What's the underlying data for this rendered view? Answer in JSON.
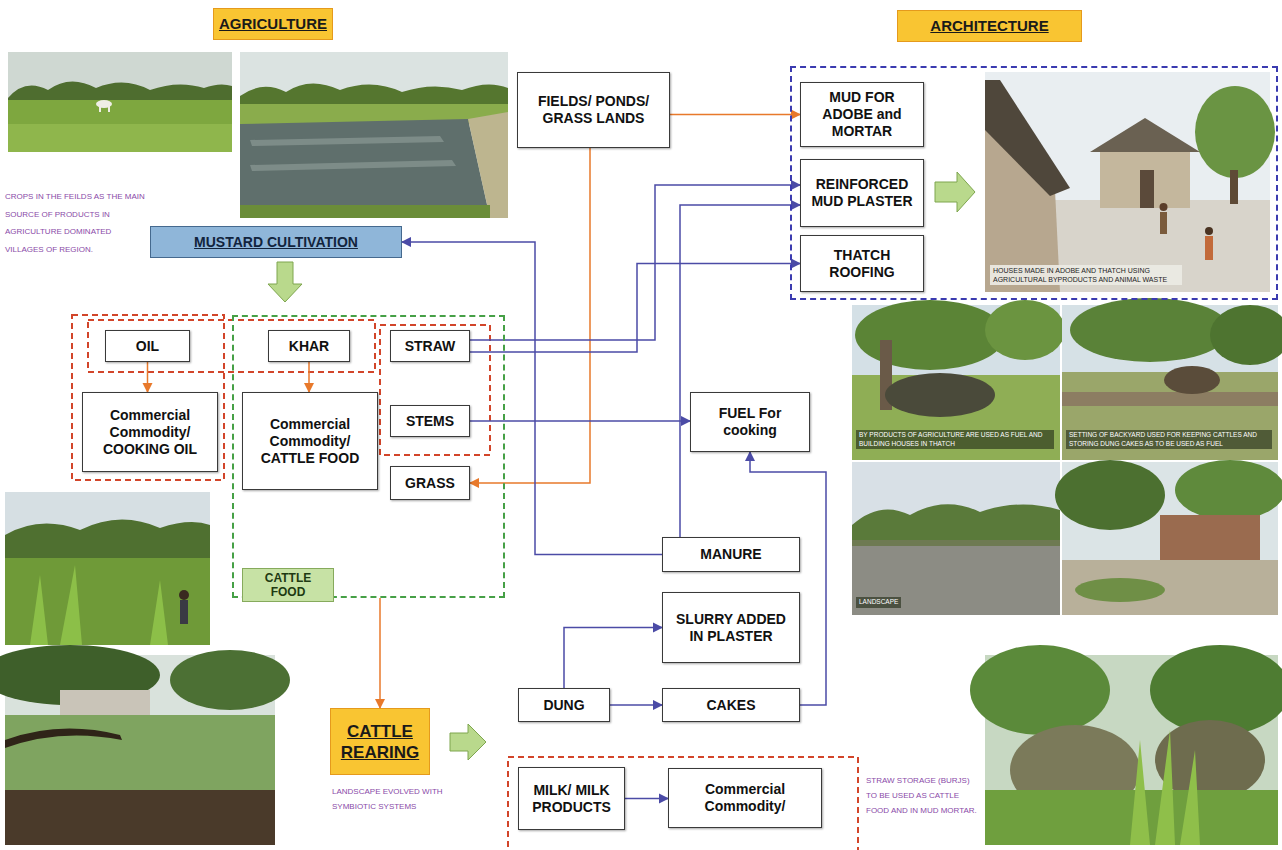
{
  "diagram": {
    "nodes": [
      {
        "text": [
          "AGRICULTURE"
        ]
      },
      {
        "text": [
          "FIELDS/ PONDS/ GRASS LANDS"
        ]
      },
      {
        "text": [
          "ARCHITECTURE"
        ]
      },
      {
        "text": [
          "MUD FOR ADOBE and MORTAR"
        ],
        "in": 2
      },
      {
        "text": [
          "REINFORCED MUD PLASTER"
        ],
        "in": 2
      },
      {
        "text": [
          "THATCH ROOFING"
        ],
        "in": 2
      },
      {
        "text": [
          "MUSTARD CULTIVATION"
        ]
      },
      {
        "text": [
          "OIL"
        ]
      },
      {
        "text": [
          "Commercial Commodity/ COOKING OIL"
        ]
      },
      {
        "text": [
          "CATTLE FOOD"
        ]
      },
      {
        "text": [
          "KHAR"
        ],
        "in": 9
      },
      {
        "text": [
          "Commercial Commodity/ CATTLE FOOD"
        ],
        "in": 9
      },
      {
        "text": [
          "STRAW"
        ],
        "in": 9
      },
      {
        "text": [
          "STEMS"
        ],
        "in": 9
      },
      {
        "text": [
          "GRASS"
        ],
        "in": 9
      },
      {
        "text": [
          "FUEL For cooking"
        ]
      },
      {
        "text": [
          "MANURE"
        ]
      },
      {
        "text": [
          "SLURRY ADDED IN PLASTER"
        ]
      },
      {
        "text": [
          "DUNG"
        ]
      },
      {
        "text": [
          "CAKES"
        ]
      },
      {
        "text": [
          "CATTLE REARING"
        ]
      },
      {
        "text": [
          "MILK/ MILK PRODUCTS"
        ]
      },
      {
        "text": [
          "Commercial Commodity/"
        ]
      }
    ],
    "edges": [
      {
        "from": 1,
        "to": 3,
        "arrow": "to"
      },
      {
        "from": 1,
        "to": 14,
        "arrow": "to"
      },
      {
        "from": 7,
        "to": 8,
        "arrow": "to"
      },
      {
        "from": 10,
        "to": 11,
        "arrow": "to"
      },
      {
        "from": 12,
        "to": 4,
        "arrow": "to"
      },
      {
        "from": 12,
        "to": 5,
        "arrow": "to"
      },
      {
        "from": 13,
        "to": 15,
        "arrow": "to"
      },
      {
        "from": 16,
        "to": 6,
        "arrow": "to"
      },
      {
        "from": 16,
        "to": 4,
        "arrow": "to"
      },
      {
        "from": 18,
        "to": 17,
        "arrow": "to"
      },
      {
        "from": 18,
        "to": 19,
        "arrow": "to"
      },
      {
        "from": 19,
        "to": 15,
        "arrow": "to"
      },
      {
        "from": 9,
        "to": 20,
        "arrow": "to"
      },
      {
        "from": 21,
        "to": 22,
        "arrow": "to"
      }
    ],
    "labels": [
      "CROPS IN THE FEILDS AS THE MAIN SOURCE OF PRODUCTS IN AGRICULTURE DOMINATED VILLAGES OF REGION.",
      "HOUSES MADE IN ADOBE AND THATCH USING AGRICULTURAL BYPRODUCTS AND ANIMAL WASTE",
      "BY PRODUCTS OF AGRICULTURE ARE USED AS FUEL AND BUILDING HOUSES IN THATCH",
      "SETTING OF BACKYARD USED FOR KEEPING CATTLES AND STORING DUNG CAKES AS TO BE USED AS FUEL",
      "LANDSCAPE",
      "LANDSCAPE EVOLVED WITH SYMBIOTIC SYSTEMS",
      "STRAW STORAGE (BURJS) TO BE USED AS CATTLE FOOD AND IN MUD MORTAR."
    ]
  }
}
